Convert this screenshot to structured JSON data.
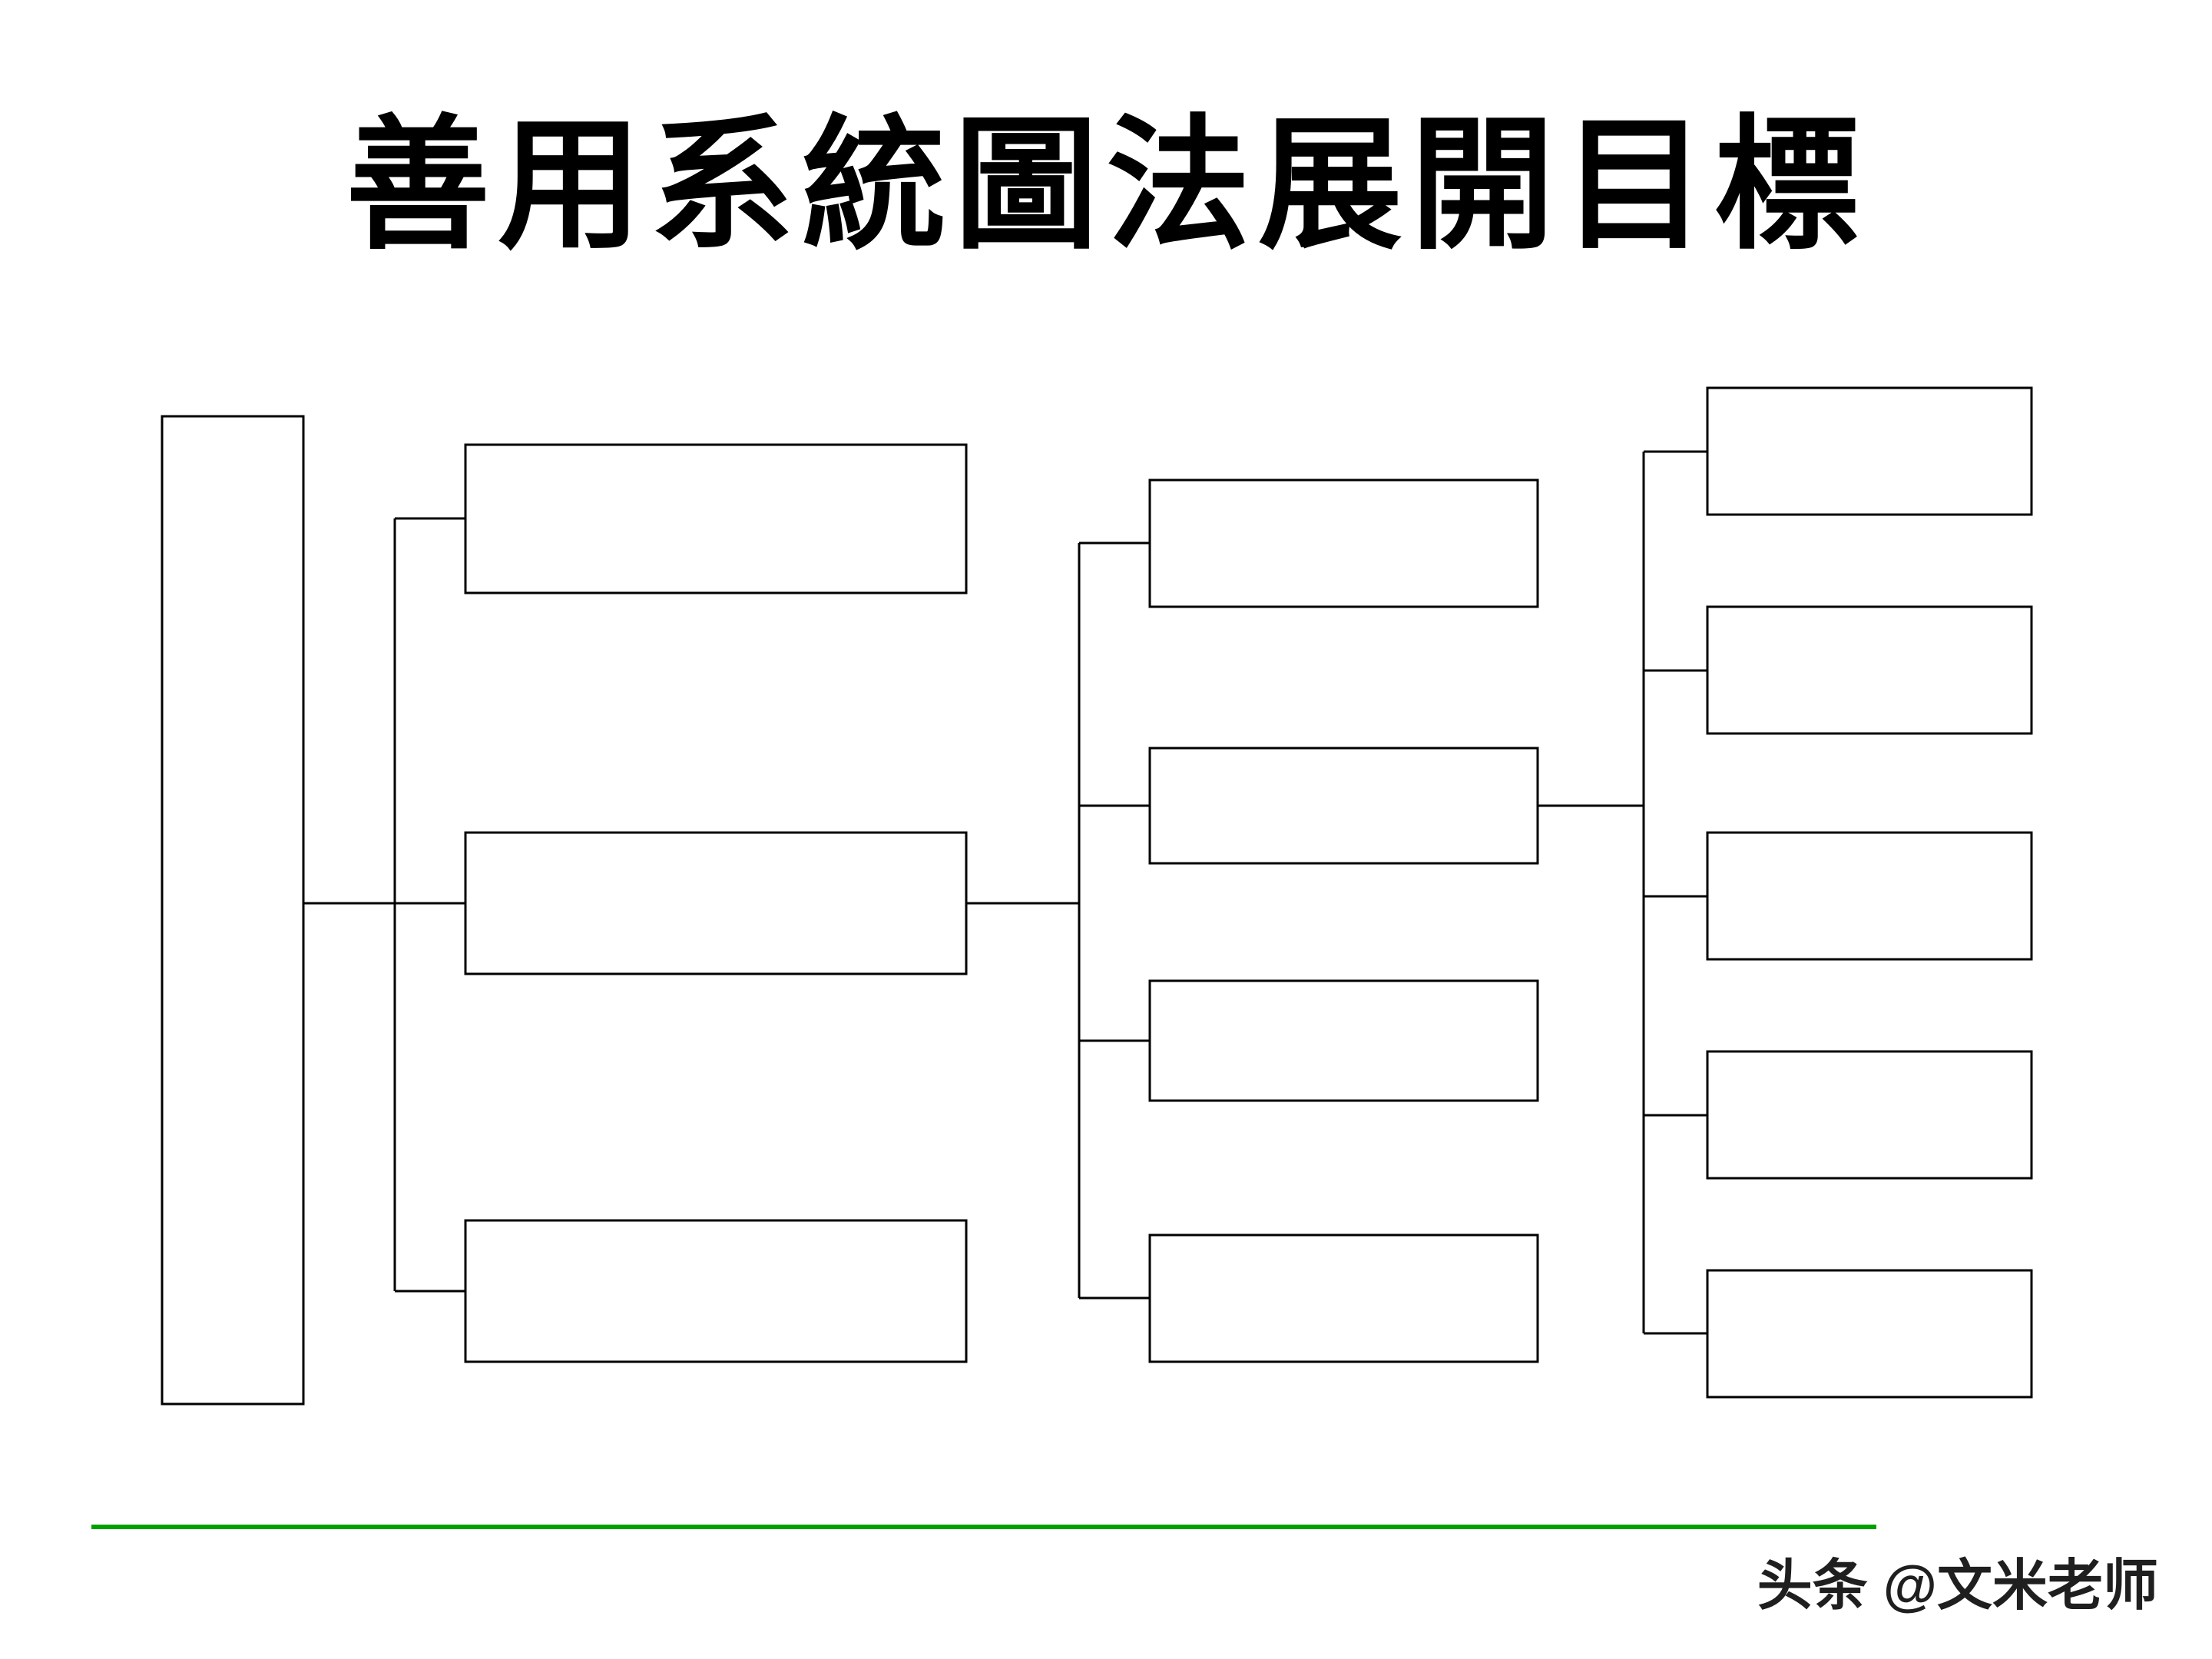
{
  "slide": {
    "title": "善用系統圖法展開目標",
    "watermark": "头条 @文米老师"
  },
  "diagram": {
    "type": "tree",
    "orientation": "left-to-right",
    "levels": [
      {
        "level": 1,
        "box_count": 1,
        "labels": [
          ""
        ]
      },
      {
        "level": 2,
        "box_count": 3,
        "labels": [
          "",
          "",
          ""
        ]
      },
      {
        "level": 3,
        "box_count": 4,
        "labels": [
          "",
          "",
          "",
          ""
        ]
      },
      {
        "level": 4,
        "box_count": 5,
        "labels": [
          "",
          "",
          "",
          "",
          ""
        ]
      }
    ],
    "all_boxes_empty": true
  },
  "colors": {
    "divider_green": "#00A000",
    "box_stroke": "#000000",
    "background": "#FFFFFF"
  }
}
